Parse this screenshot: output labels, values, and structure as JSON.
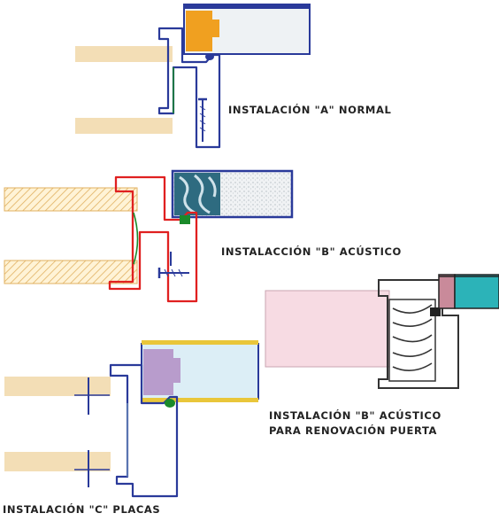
{
  "diagrams": {
    "a": {
      "caption": "INSTALACIÓN \"A\" NORMAL",
      "frame_color": "#2a3a9a"
    },
    "b": {
      "caption": "INSTALACCIÓN \"B\" ACÚSTICO",
      "frame_color": "#e02020"
    },
    "renovation": {
      "caption_line1": "INSTALACIÓN \"B\" ACÚSTICO",
      "caption_line2": "PARA RENOVACIÓN PUERTA"
    },
    "c": {
      "caption": "INSTALACIÓN \"C\" PLACAS",
      "frame_color": "#2a3a9a"
    }
  },
  "colors": {
    "wood": "#f3deb6",
    "blue_stroke": "#2a3a9a",
    "red_stroke": "#e02020",
    "green_gasket": "#1a8a2a",
    "orange_core": "#f0a020",
    "door_panel": "#eef2f4",
    "acoustic_teal": "#2e6b80",
    "pink_panel": "#f7dbe3",
    "cyan_panel": "#2cb3b8",
    "mauve_panel": "#c98a9a",
    "purple_core": "#b89ccc",
    "yellow_edge": "#e9c63a",
    "light_blue_panel": "#dceef6"
  }
}
